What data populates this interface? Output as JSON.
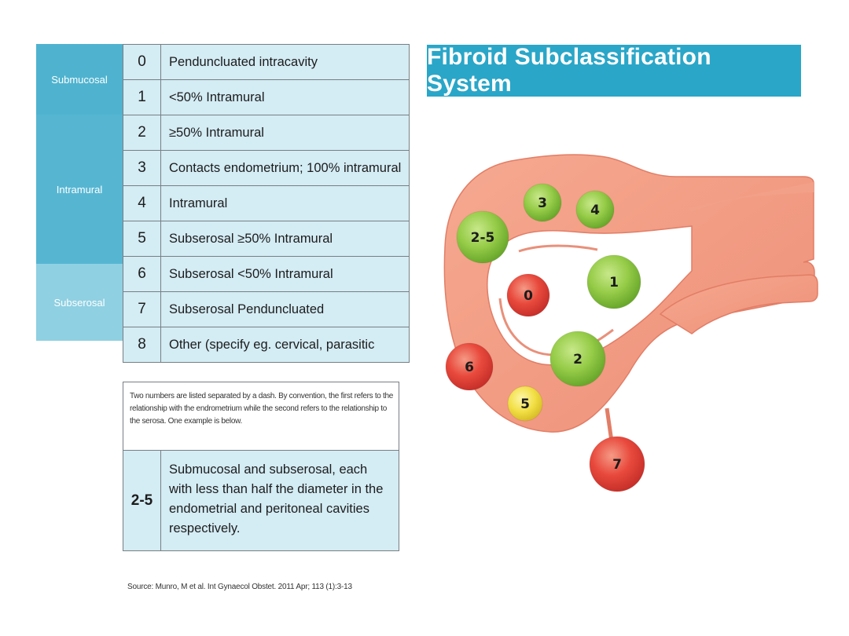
{
  "title": "Fibroid Subclassification System",
  "categories": [
    {
      "label": "Submucosal"
    },
    {
      "label": "Intramural"
    },
    {
      "label": "Subserosal"
    }
  ],
  "rows": [
    {
      "num": "0",
      "desc": "Penduncluated intracavity"
    },
    {
      "num": "1",
      "desc": "<50% Intramural"
    },
    {
      "num": "2",
      "desc": "≥50% Intramural"
    },
    {
      "num": "3",
      "desc": "Contacts endometrium; 100% intramural"
    },
    {
      "num": "4",
      "desc": "Intramural"
    },
    {
      "num": "5",
      "desc": "Subserosal ≥50% Intramural"
    },
    {
      "num": "6",
      "desc": "Subserosal <50% Intramural"
    },
    {
      "num": "7",
      "desc": "Subserosal Penduncluated"
    },
    {
      "num": "8",
      "desc": "Other (specify eg. cervical, parasitic"
    }
  ],
  "note": "Two numbers are listed separated by a dash. By convention, the first refers to the relationship with the endrometrium while the second refers to the relationship to the serosa. One example is below.",
  "example": {
    "code": "2-5",
    "desc": "Submucosal and subserosal, each with less than half the diameter in the endometrial and peritoneal cavities respectively."
  },
  "source": "Source: Munro, M et al. Int Gynaecol Obstet. 2011 Apr; 113 (1):3-13",
  "colors": {
    "banner": "#2aa6c8",
    "table_fill": "#d4ecf4",
    "green_ball": "#8cc63f",
    "red_ball": "#e8403a",
    "yellow_ball": "#f0dc3c",
    "uterus": "#f29a84"
  },
  "fibroids": [
    {
      "label": "2-5",
      "color": "green"
    },
    {
      "label": "3",
      "color": "green"
    },
    {
      "label": "4",
      "color": "green"
    },
    {
      "label": "1",
      "color": "green"
    },
    {
      "label": "0",
      "color": "red"
    },
    {
      "label": "2",
      "color": "green"
    },
    {
      "label": "6",
      "color": "red"
    },
    {
      "label": "5",
      "color": "yellow"
    },
    {
      "label": "7",
      "color": "red"
    }
  ]
}
